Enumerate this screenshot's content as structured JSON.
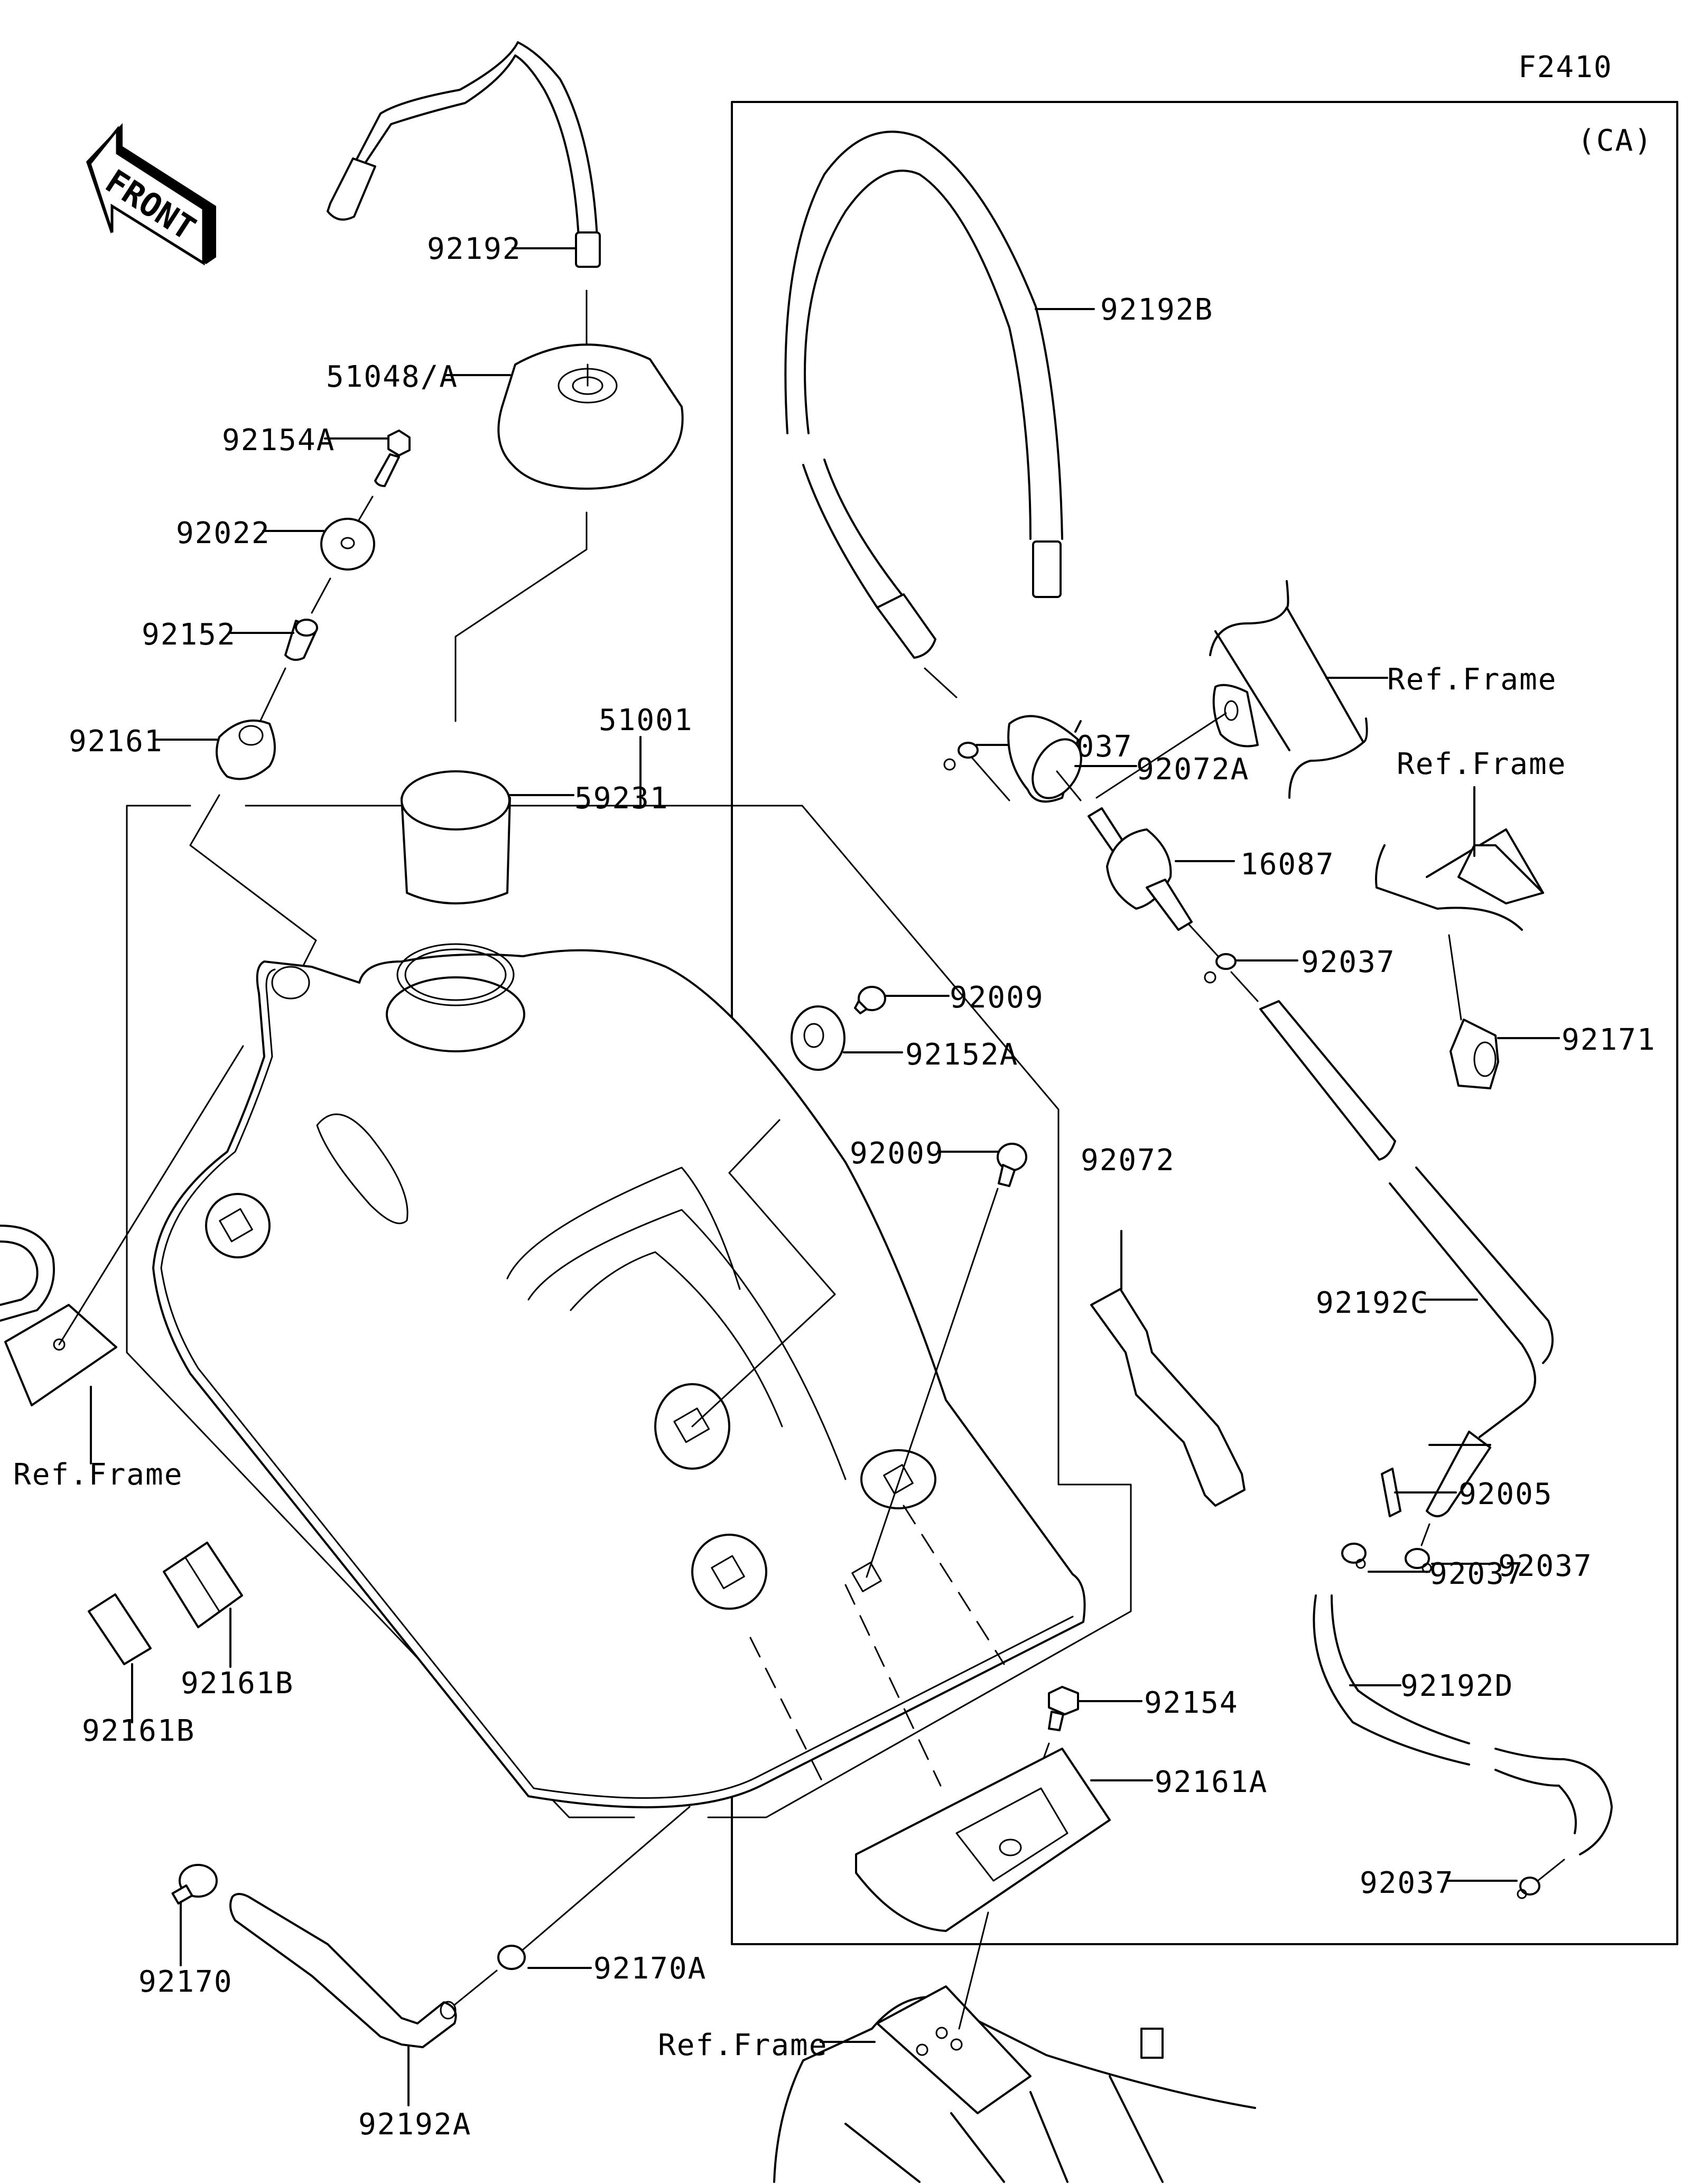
{
  "diagram": {
    "figure_code": "F2410",
    "variant_box_label": "(CA)",
    "front_arrow_label": "FRONT",
    "parts": {
      "p92192": "92192",
      "p51048A": "51048/A",
      "p92154A": "92154A",
      "p92022": "92022",
      "p92152": "92152",
      "p92161": "92161",
      "p51001": "51001",
      "p59231": "59231",
      "p92009_top": "92009",
      "p92152A": "92152A",
      "p92009_mid": "92009",
      "p92072": "92072",
      "refframe_left": "Ref.Frame",
      "p92161B_right": "92161B",
      "p92161B_left": "92161B",
      "p92170": "92170",
      "p92170A": "92170A",
      "p92192A": "92192A",
      "refframe_bottom": "Ref.Frame",
      "p92154": "92154",
      "p92161A": "92161A",
      "p92192B": "92192B",
      "refframe_ca_top": "Ref.Frame",
      "p92037_a": "92037",
      "p92072A": "92072A",
      "p16087": "16087",
      "p92037_b": "92037",
      "refframe_ca_mid": "Ref.Frame",
      "p92171": "92171",
      "p92192C": "92192C",
      "p92037_c": "92037",
      "p92005": "92005",
      "p92037_d": "92037",
      "p92192D": "92192D",
      "p92037_e": "92037"
    }
  }
}
